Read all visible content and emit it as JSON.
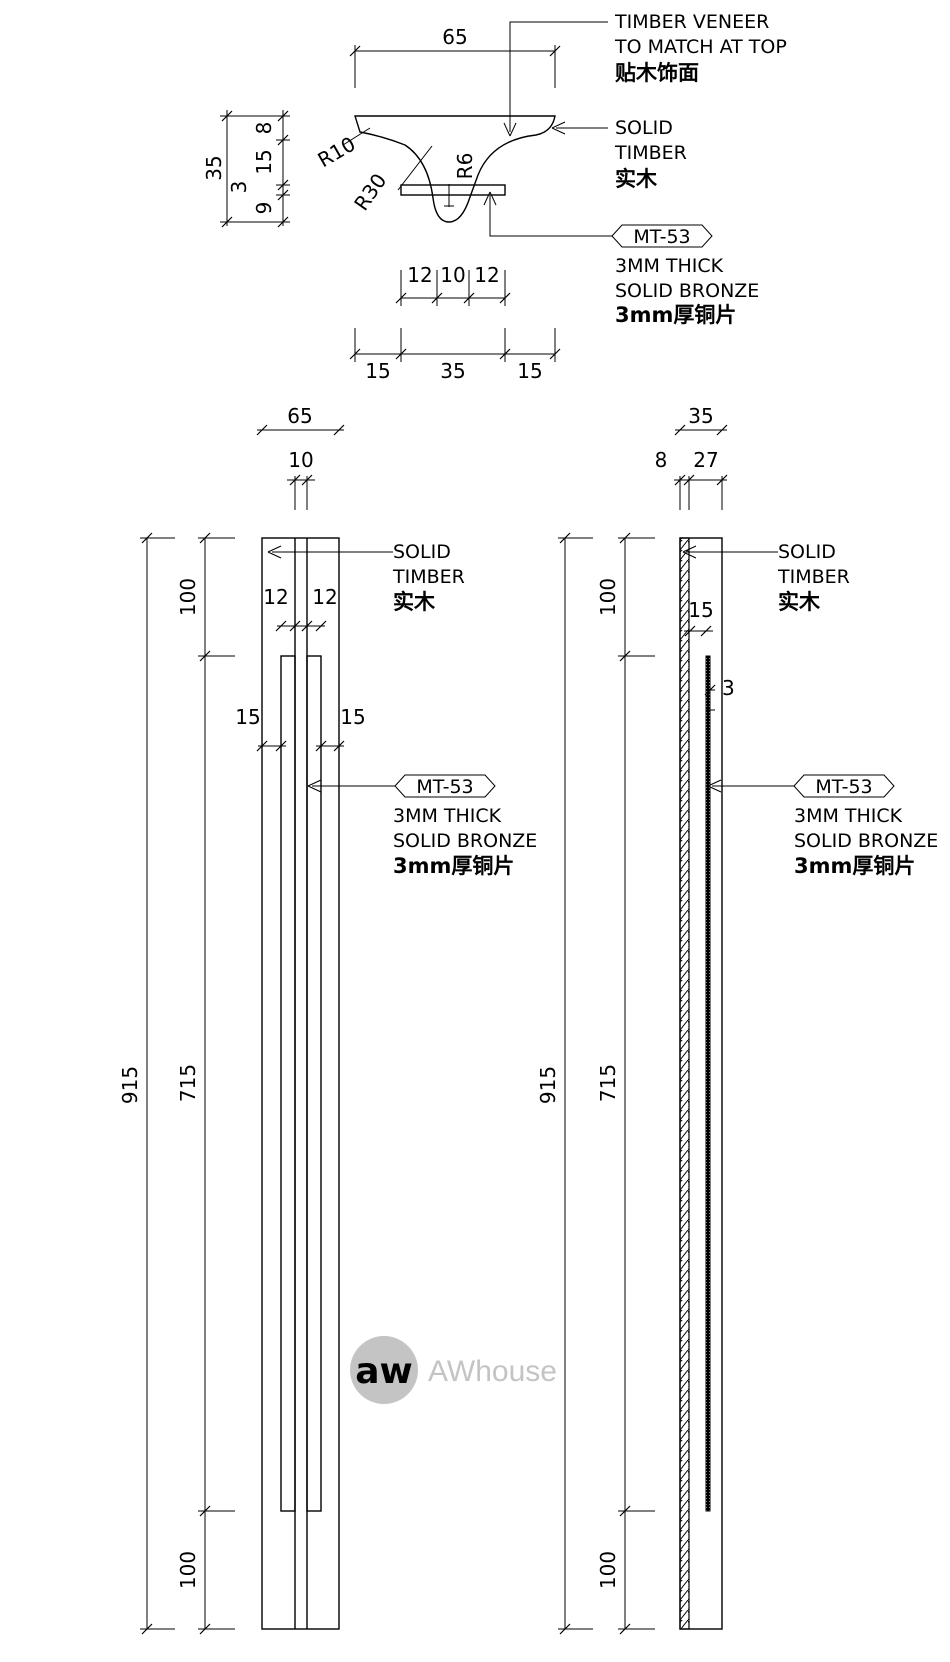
{
  "section": {
    "dims": {
      "top_width": "65",
      "total_height": "35",
      "h_8": "8",
      "h_15": "15",
      "h_3": "3",
      "h_9": "9",
      "r10": "R10",
      "r30": "R30",
      "r6": "R6",
      "w12a": "12",
      "w10": "10",
      "w12b": "12",
      "w15a": "15",
      "w35": "35",
      "w15b": "15"
    },
    "veneer_note": [
      "TIMBER VENEER",
      "TO MATCH AT TOP",
      "贴木饰面"
    ],
    "solid_timber_note": [
      "SOLID",
      "TIMBER",
      "实木"
    ],
    "bronze_tag": "MT-53",
    "bronze_note": [
      "3MM THICK",
      "SOLID BRONZE",
      "3mm厚铜片"
    ]
  },
  "front_view": {
    "dims": {
      "width_65": "65",
      "width_10": "10",
      "w12a": "12",
      "w12b": "12",
      "w15a": "15",
      "w15b": "15",
      "h_915": "915",
      "h_100_top": "100",
      "h_715": "715",
      "h_100_bottom": "100"
    },
    "solid_timber_note": [
      "SOLID",
      "TIMBER",
      "实木"
    ],
    "bronze_tag": "MT-53",
    "bronze_note": [
      "3MM THICK",
      "SOLID BRONZE",
      "3mm厚铜片"
    ]
  },
  "side_view": {
    "dims": {
      "width_35": "35",
      "w8": "8",
      "w27": "27",
      "w15": "15",
      "w3": "3",
      "h_915": "915",
      "h_100_top": "100",
      "h_715": "715",
      "h_100_bottom": "100"
    },
    "solid_timber_note": [
      "SOLID",
      "TIMBER",
      "实木"
    ],
    "bronze_tag": "MT-53",
    "bronze_note": [
      "3MM THICK",
      "SOLID BRONZE",
      "3mm厚铜片"
    ]
  },
  "watermark": {
    "logo_glyph": "aw",
    "text": "AWhouse",
    "color": "#c4c4c4"
  }
}
